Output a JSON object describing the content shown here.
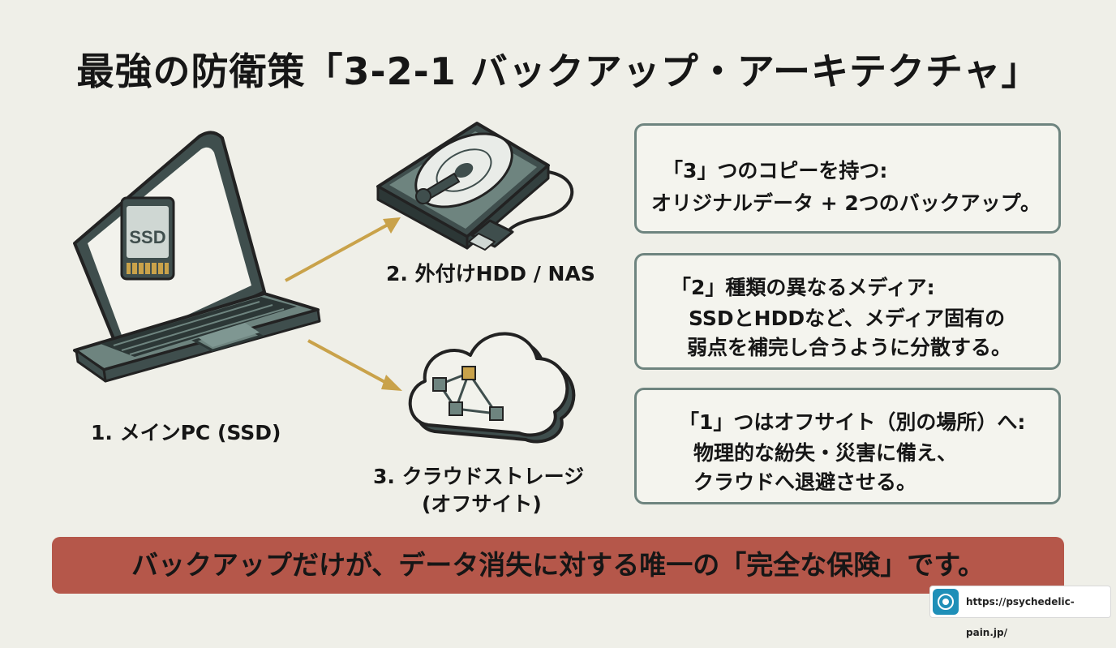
{
  "title": "最強の防衛策「3-2-1 バックアップ・アーキテクチャ」",
  "illustrations": {
    "laptop": {
      "ssd_chip_label": "SSD",
      "caption": "1. メインPC (SSD)"
    },
    "external_storage": {
      "caption": "2. 外付けHDD / NAS"
    },
    "cloud": {
      "caption_line1": "3. クラウドストレージ",
      "caption_line2": "(オフサイト)"
    }
  },
  "rules": [
    {
      "heading": "「3」つのコピーを持つ:",
      "body": [
        "オリジナルデータ + 2つのバックアップ。"
      ]
    },
    {
      "heading": "「2」種類の異なるメディア:",
      "body": [
        "SSDとHDDなど、メディア固有の",
        "弱点を補完し合うように分散する。"
      ]
    },
    {
      "heading": "「1」つはオフサイト（別の場所）へ:",
      "body": [
        "物理的な紛失・災害に備え、",
        "クラウドへ退避させる。"
      ]
    }
  ],
  "banner": {
    "text": "バックアップだけが、データ消失に対する唯一の「完全な保険」です。"
  },
  "watermark": {
    "url": "https://psychedelic-pain.jp/"
  },
  "colors": {
    "background": "#efefe8",
    "dark_slate": "#3f4e4d",
    "teal_gray": "#6e847f",
    "arrow_gold": "#c9a24a",
    "banner_red": "#b5574a"
  }
}
